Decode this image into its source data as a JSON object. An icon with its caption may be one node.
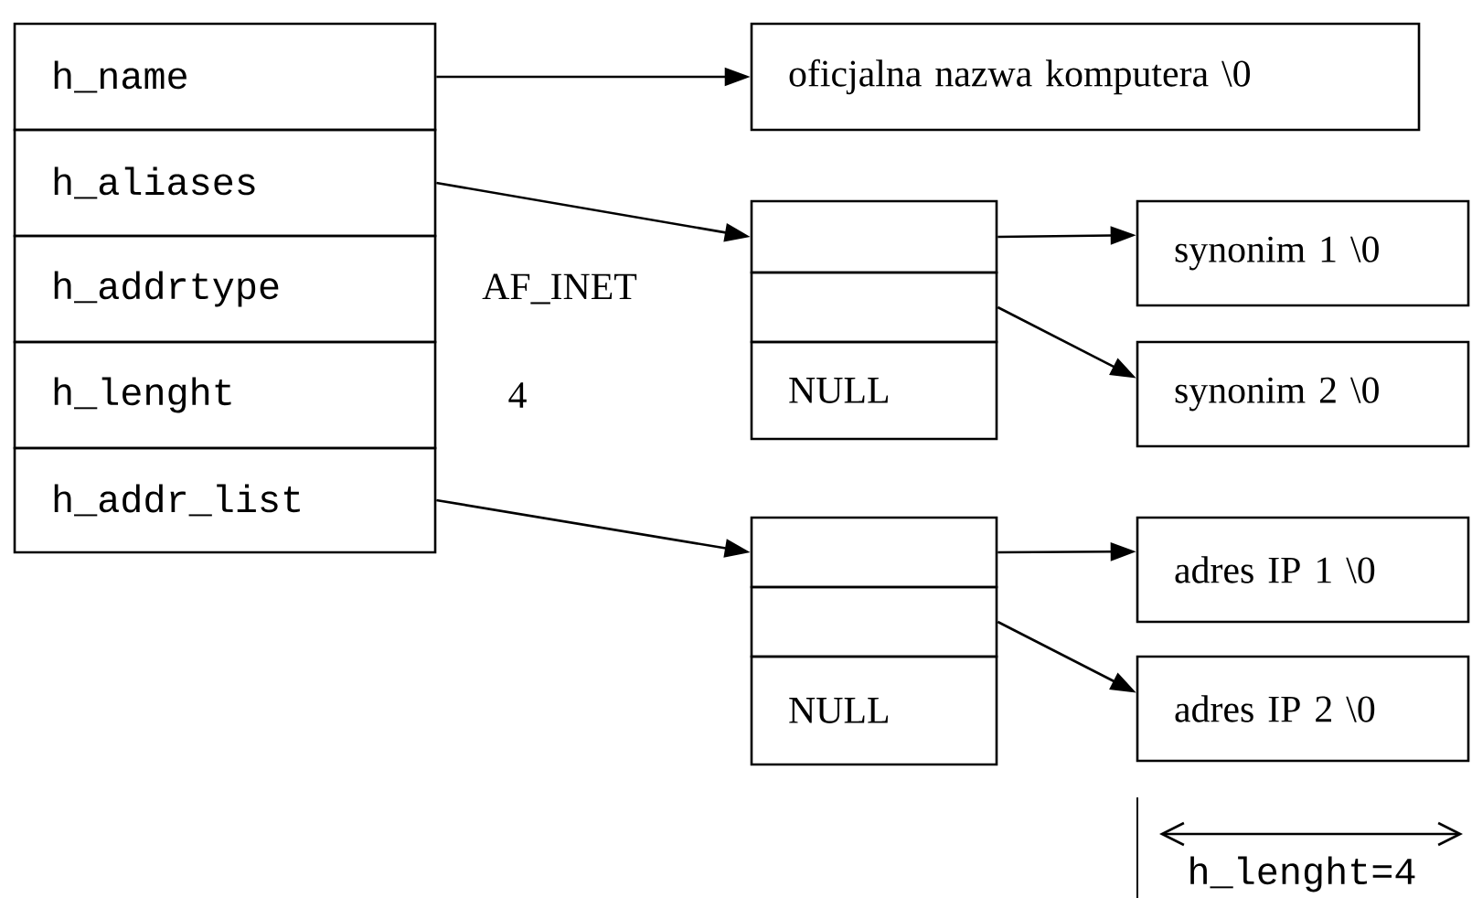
{
  "diagram": {
    "nodes": [
      {
        "text": [
          "h_name"
        ]
      },
      {
        "text": [
          "h_aliases"
        ]
      },
      {
        "text": [
          "h_addrtype"
        ],
        "beside": [
          "AF_INET"
        ]
      },
      {
        "text": [
          "h_lenght"
        ],
        "beside": [
          "4"
        ]
      },
      {
        "text": [
          "h_addr_list"
        ]
      },
      {
        "text": [
          "oficjalna nazwa komputera \\0"
        ]
      },
      {
        "text": [],
        "shape": "box"
      },
      {
        "text": [],
        "shape": "box"
      },
      {
        "text": [
          "NULL"
        ]
      },
      {
        "text": [
          "synonim 1 \\0"
        ]
      },
      {
        "text": [
          "synonim 2 \\0"
        ]
      },
      {
        "text": [],
        "shape": "box"
      },
      {
        "text": [],
        "shape": "box"
      },
      {
        "text": [
          "NULL"
        ]
      },
      {
        "text": [
          "adres IP 1 \\0"
        ]
      },
      {
        "text": [
          "adres IP 2 \\0"
        ]
      }
    ],
    "edges": [
      {
        "from": 0,
        "to": 5,
        "arrow": "to"
      },
      {
        "from": 1,
        "to": 6,
        "arrow": "to"
      },
      {
        "from": 4,
        "to": 11,
        "arrow": "to"
      },
      {
        "from": 6,
        "to": 9,
        "arrow": "to"
      },
      {
        "from": 7,
        "to": 10,
        "arrow": "to"
      },
      {
        "from": 11,
        "to": 14,
        "arrow": "to"
      },
      {
        "from": 12,
        "to": 15,
        "arrow": "to"
      }
    ],
    "labels": [
      "h_lenght=4"
    ]
  }
}
